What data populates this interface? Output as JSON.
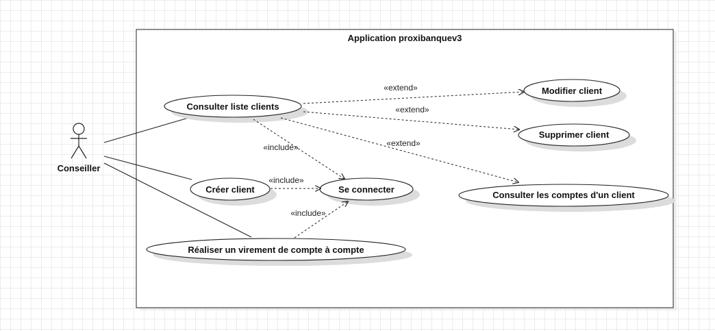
{
  "system": {
    "title": "Application proxibanquev3"
  },
  "actor": {
    "name": "Conseiller"
  },
  "use_cases": {
    "consulter_liste": "Consulter liste clients",
    "modifier": "Modifier client",
    "supprimer": "Supprimer client",
    "consulter_comptes": "Consulter les comptes d'un client",
    "creer": "Créer client",
    "connecter": "Se connecter",
    "virement": "Réaliser un virement de compte à compte"
  },
  "relations": {
    "extend_modifier": "«extend»",
    "extend_supprimer": "«extend»",
    "extend_comptes": "«extend»",
    "include_consulter": "«include»",
    "include_creer": "«include»",
    "include_virement": "«include»"
  }
}
